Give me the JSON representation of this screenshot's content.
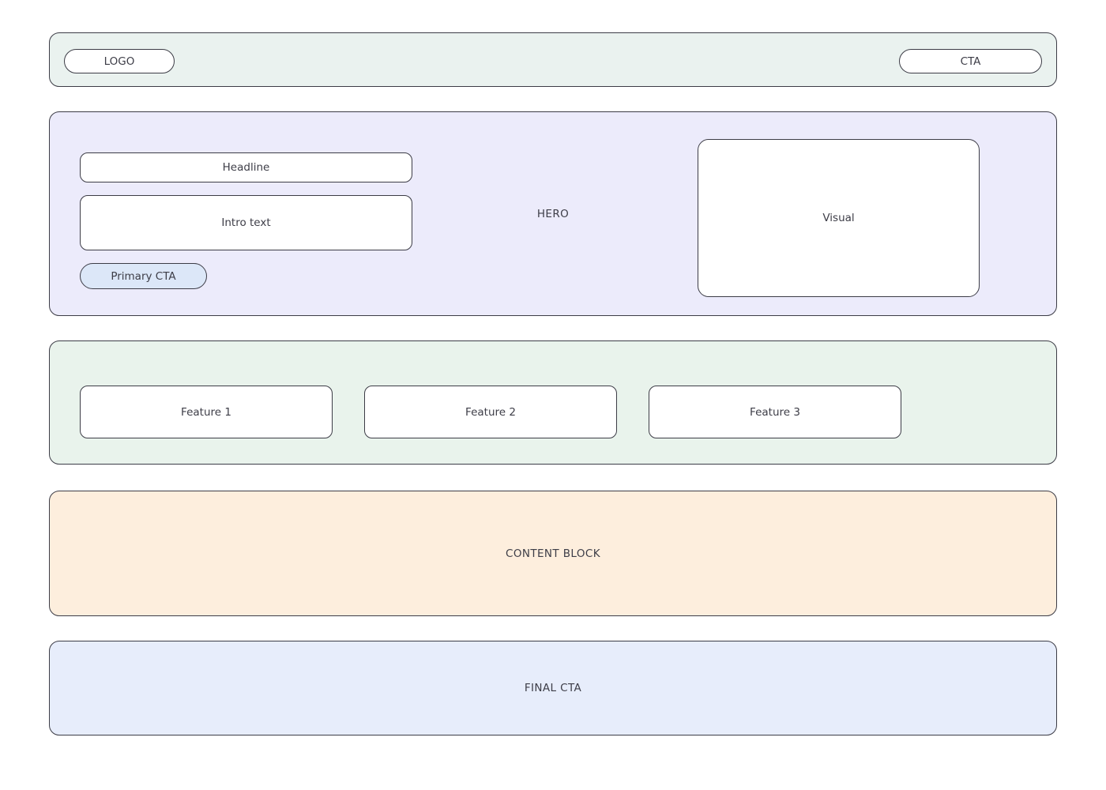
{
  "header": {
    "logo_label": "LOGO",
    "cta_label": "CTA"
  },
  "hero": {
    "section_label": "HERO",
    "headline_label": "Headline",
    "intro_label": "Intro text",
    "primary_cta_label": "Primary CTA",
    "visual_label": "Visual"
  },
  "features": {
    "items": [
      {
        "label": "Feature 1"
      },
      {
        "label": "Feature 2"
      },
      {
        "label": "Feature 3"
      }
    ]
  },
  "content_block": {
    "label": "CONTENT BLOCK"
  },
  "final_cta": {
    "label": "FINAL CTA"
  },
  "colors": {
    "header_bg": "#eaf2ef",
    "hero_bg": "#ecebfb",
    "features_bg": "#e9f3ec",
    "content_bg": "#fdeedd",
    "final_bg": "#e7edfb",
    "primary_cta_bg": "#dce7f8",
    "border": "#3c3c46",
    "text": "#3d3d47"
  }
}
